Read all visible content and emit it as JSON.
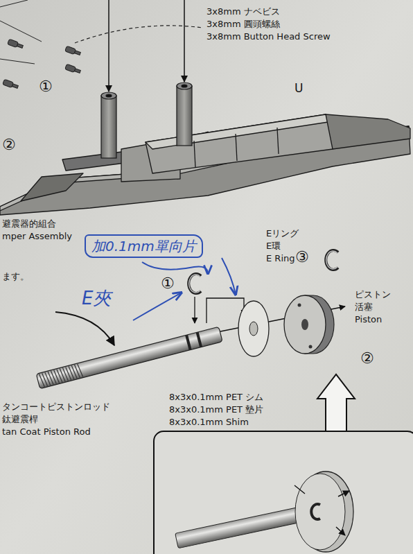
{
  "diagram": {
    "nodes": [
      {
        "text": [
          "加0.1mm單向片"
        ]
      }
    ],
    "labels": [
      "3x8mm ナベビス",
      "3x8mm 圓頭螺絲",
      "3x8mm Button Head Screw",
      "U",
      "①",
      "②",
      "避震器的組合",
      "mper Assembly",
      "ます。",
      "E夾",
      "①",
      "Eリング",
      "E環",
      "E Ring",
      "③",
      "ピストン",
      "活塞",
      "Piston",
      "②",
      "タンコートピストンロッド",
      "鈦避震桿",
      "tan Coat Piston Rod",
      "8x3x0.1mm PET シム",
      "8x3x0.1mm PET 墊片",
      "8x3x0.1mm Shim"
    ]
  }
}
